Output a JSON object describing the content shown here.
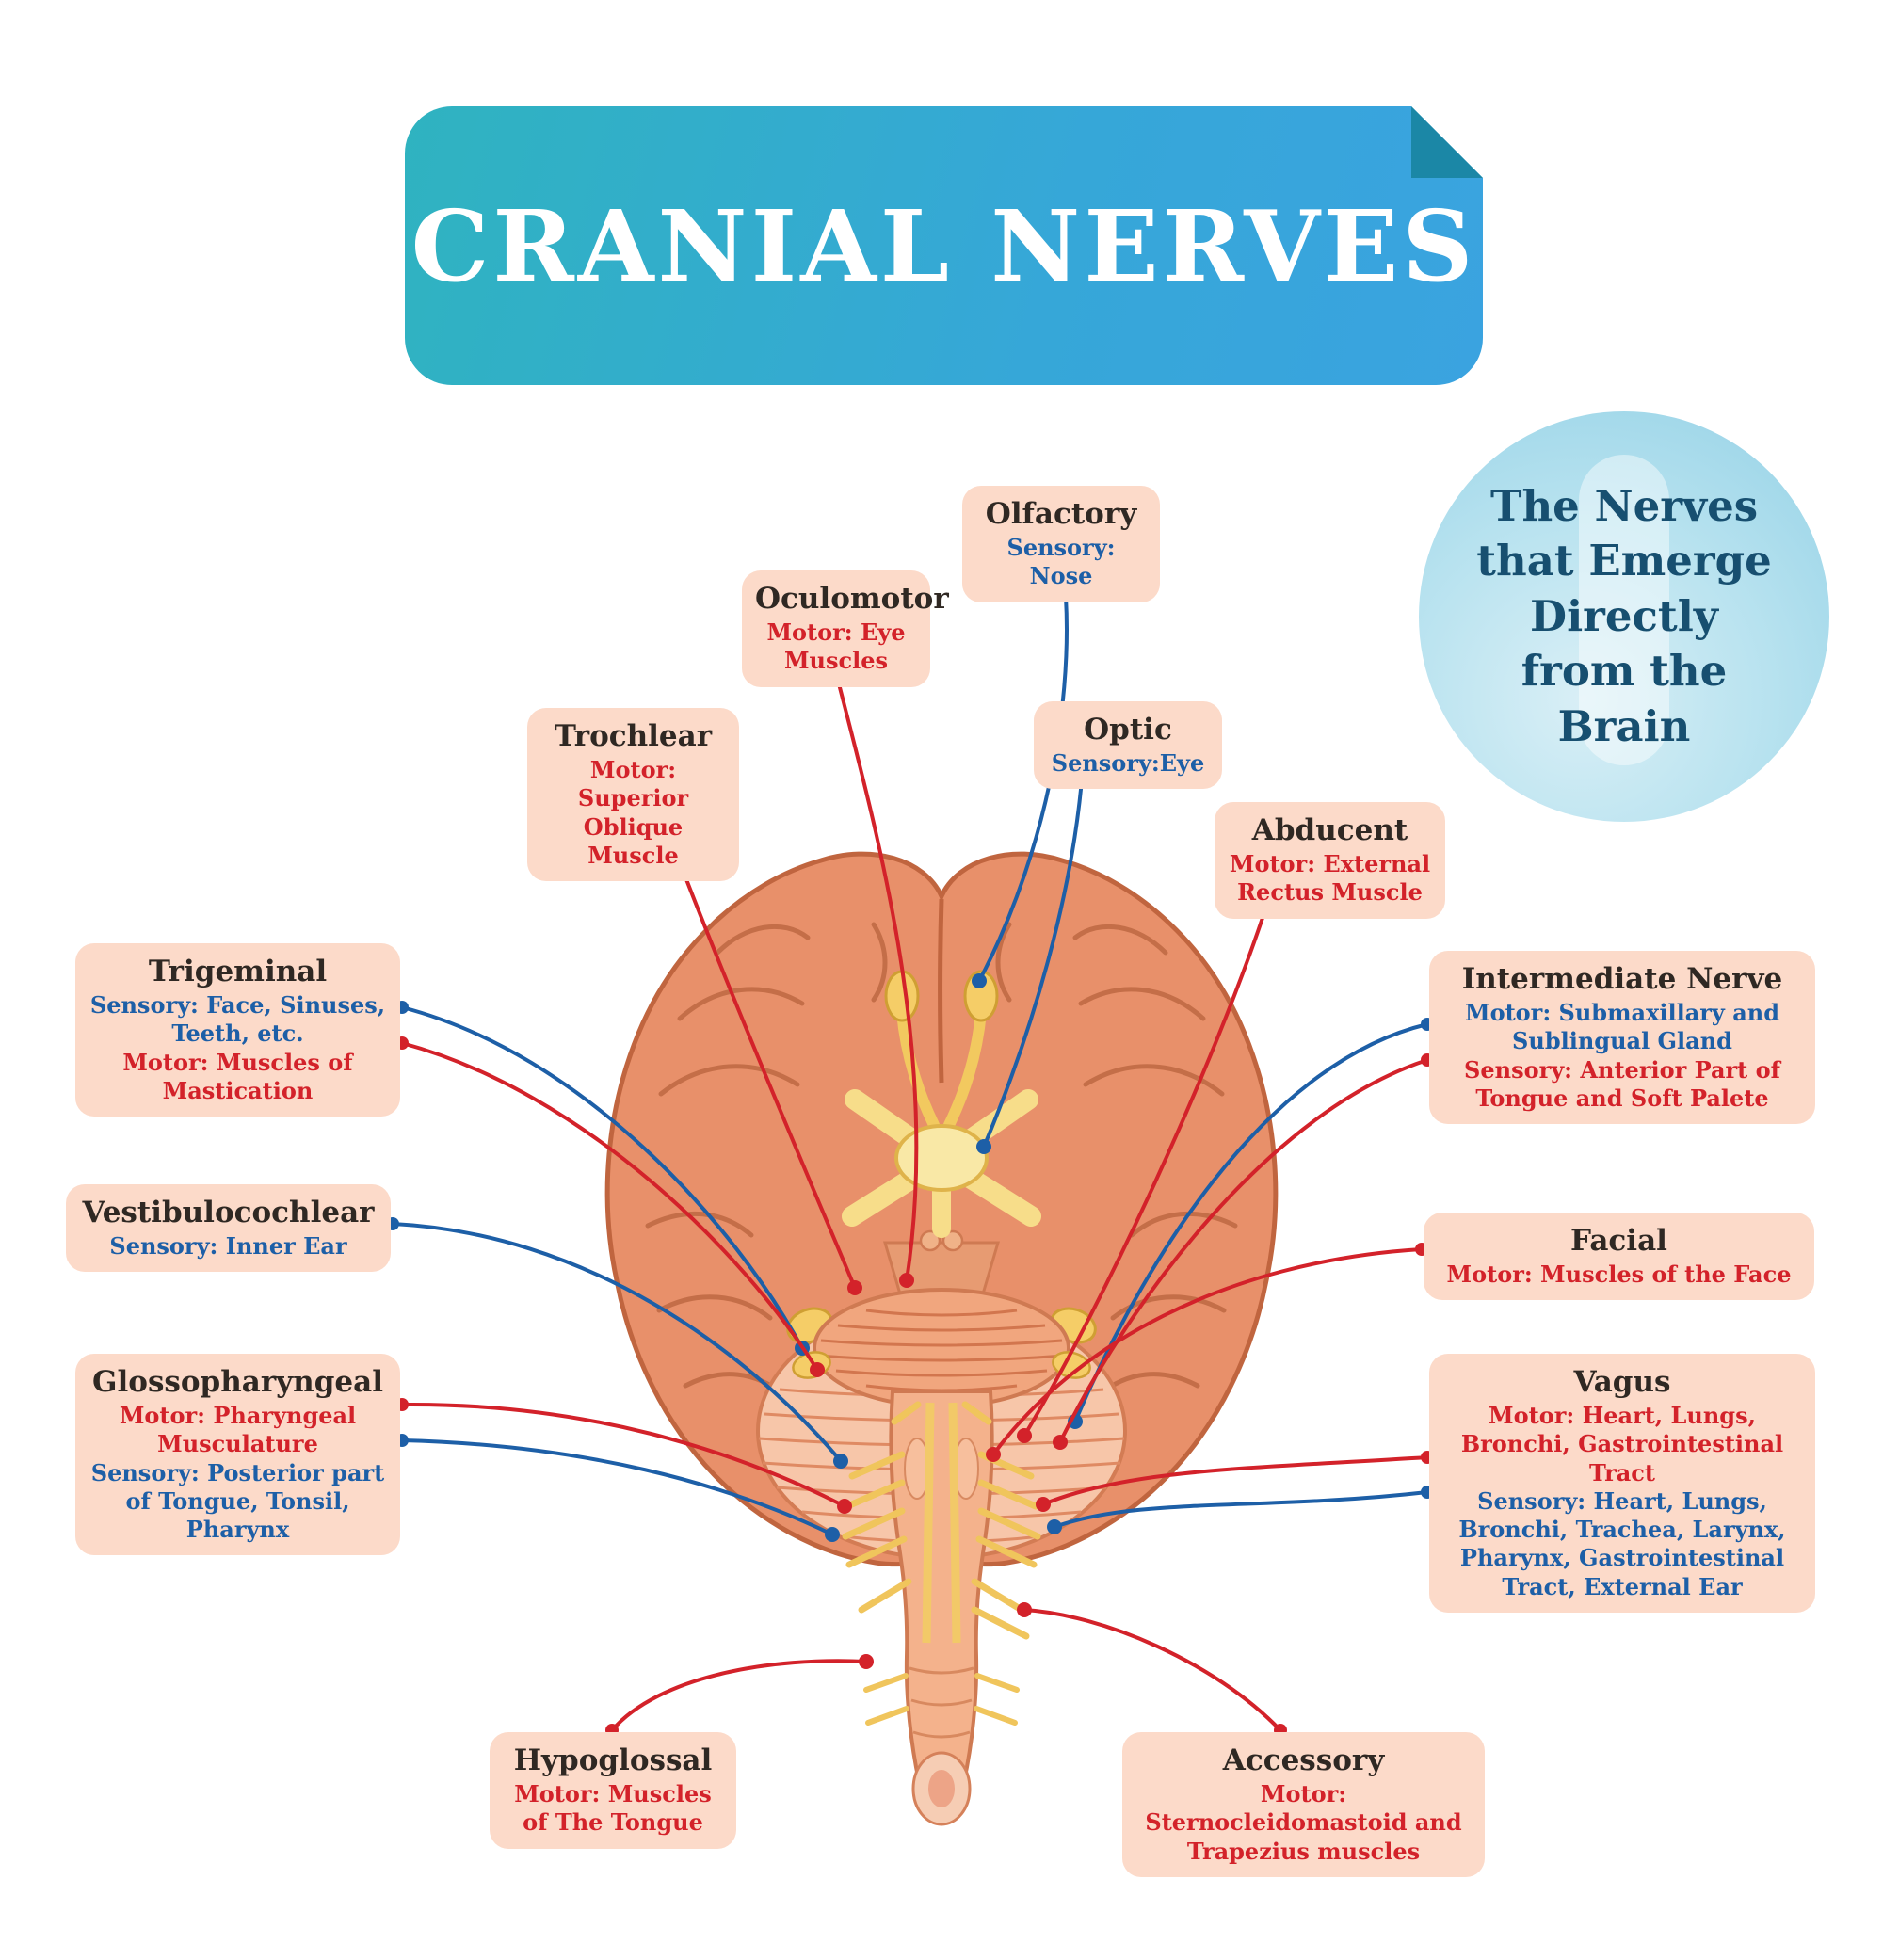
{
  "title": "CRANIAL NERVES",
  "info_circle": {
    "text": "The Nerves that Emerge Directly from the Brain"
  },
  "colors": {
    "sensory": "#1d5fa7",
    "motor": "#d3222a",
    "banner": "#35aed0",
    "label_bg": "#fcdac9"
  },
  "labels": {
    "olfactory": {
      "title": "Olfactory",
      "sensory": "Sensory: Nose"
    },
    "oculomotor": {
      "title": "Oculomotor",
      "motor": "Motor: Eye Muscles"
    },
    "trochlear": {
      "title": "Trochlear",
      "motor": "Motor: Superior Oblique Muscle"
    },
    "optic": {
      "title": "Optic",
      "sensory": "Sensory:Eye"
    },
    "abducent": {
      "title": "Abducent",
      "motor": "Motor: External Rectus Muscle"
    },
    "trigeminal": {
      "title": "Trigeminal",
      "sensory": "Sensory: Face, Sinuses, Teeth, etc.",
      "motor": "Motor: Muscles of Mastication"
    },
    "intermediate": {
      "title": "Intermediate Nerve",
      "motor": "Motor: Submaxillary and Sublingual Gland",
      "sensory": "Sensory: Anterior Part of Tongue and Soft Palete"
    },
    "vestibulocochlear": {
      "title": "Vestibulocochlear",
      "sensory": "Sensory: Inner Ear"
    },
    "facial": {
      "title": "Facial",
      "motor": "Motor: Muscles of the Face"
    },
    "glossopharyngeal": {
      "title": "Glossopharyngeal",
      "motor": "Motor: Pharyngeal Musculature",
      "sensory": "Sensory: Posterior part of Tongue, Tonsil, Pharynx"
    },
    "vagus": {
      "title": "Vagus",
      "motor": "Motor: Heart, Lungs, Bronchi, Gastrointestinal Tract",
      "sensory": "Sensory: Heart, Lungs, Bronchi, Trachea, Larynx, Pharynx, Gastrointestinal Tract, External Ear"
    },
    "hypoglossal": {
      "title": "Hypoglossal",
      "motor": "Motor: Muscles of The Tongue"
    },
    "accessory": {
      "title": "Accessory",
      "motor": "Motor: Sternocleidomastoid and Trapezius muscles"
    }
  }
}
